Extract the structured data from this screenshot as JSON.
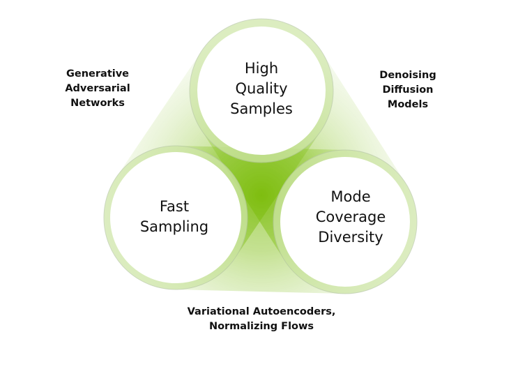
{
  "colors": {
    "accent": "#76b900",
    "light": "#e6f2d2",
    "ring": "#d2e8ae"
  },
  "nodes": [
    {
      "id": "top",
      "lines": [
        "High",
        "Quality",
        "Samples"
      ]
    },
    {
      "id": "left",
      "lines": [
        "Fast",
        "Sampling"
      ]
    },
    {
      "id": "right",
      "lines": [
        "Mode",
        "Coverage",
        "Diversity"
      ]
    }
  ],
  "edges": [
    {
      "between": [
        "top",
        "left"
      ],
      "lines": [
        "Generative",
        "Adversarial",
        "Networks"
      ]
    },
    {
      "between": [
        "top",
        "right"
      ],
      "lines": [
        "Denoising",
        "Diffusion",
        "Models"
      ]
    },
    {
      "between": [
        "left",
        "right"
      ],
      "lines": [
        "Variational Autoencoders,",
        "Normalizing Flows"
      ]
    }
  ]
}
